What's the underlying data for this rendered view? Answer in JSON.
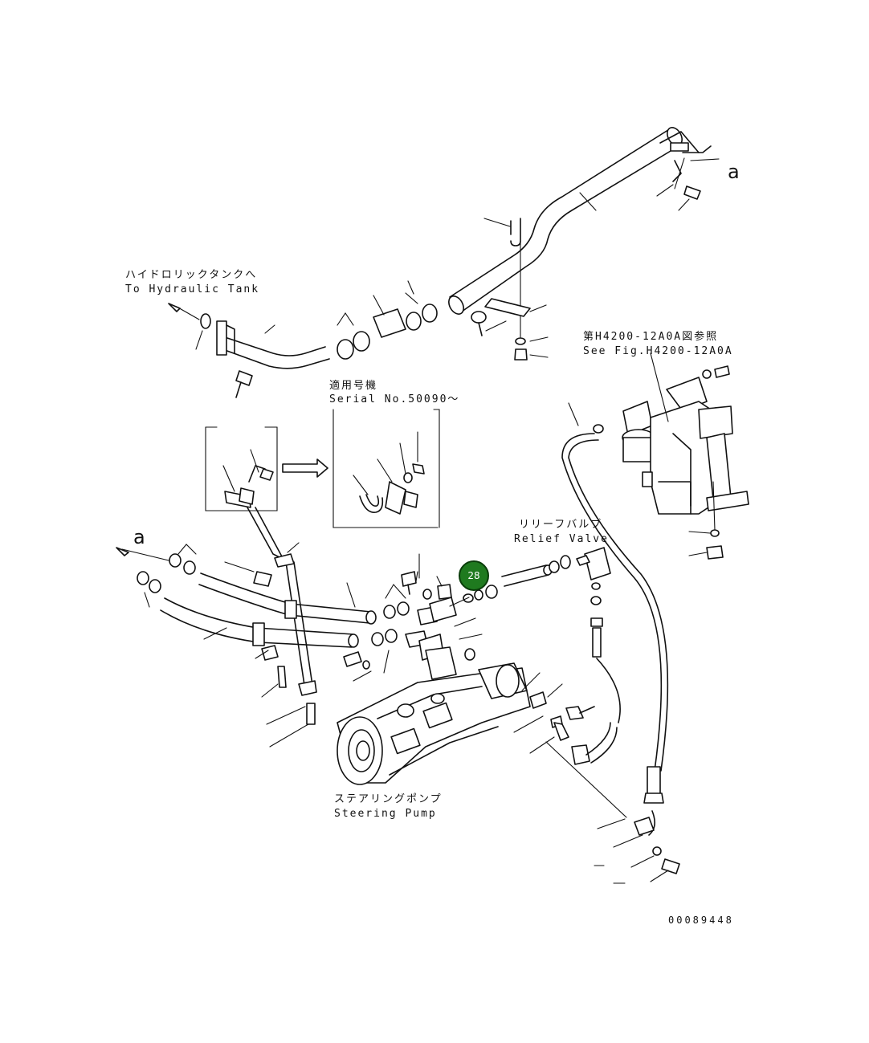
{
  "labels": {
    "hydraulic_tank_jp": "ハイドロリックタンクへ",
    "hydraulic_tank_en": "To Hydraulic Tank",
    "serial_jp": "適用号機",
    "serial_en": "Serial No.50090～",
    "see_fig_jp": "第H4200-12A0A図参照",
    "see_fig_en": "See Fig.H4200-12A0A",
    "relief_valve_jp": "リリーフバルブ",
    "relief_valve_en": "Relief Valve",
    "steering_pump_jp": "ステアリングポンプ",
    "steering_pump_en": "Steering Pump",
    "ref_a_top": "a",
    "ref_a_left": "a",
    "drawing_number": "00089448"
  },
  "callouts": [
    {
      "number": "28",
      "color": "#1f7a1f"
    }
  ]
}
